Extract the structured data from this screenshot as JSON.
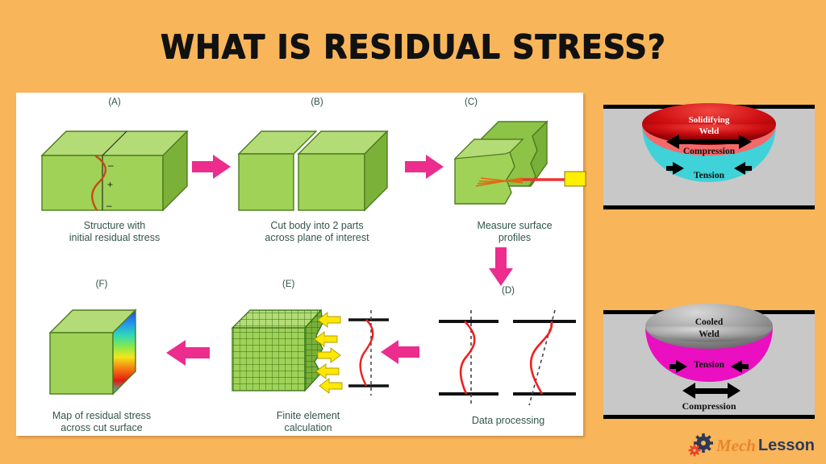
{
  "page": {
    "title": "WHAT IS RESIDUAL STRESS?",
    "background_color": "#f8b55a",
    "panel_color": "#ffffff",
    "accent_arrow_color": "#ec2d8e",
    "caption_color": "#31554c"
  },
  "process": {
    "steps": [
      {
        "key": "A",
        "label": "(A)",
        "caption_line1": "Structure with",
        "caption_line2": "initial residual stress",
        "annotations": [
          "–",
          "+",
          "–"
        ]
      },
      {
        "key": "B",
        "label": "(B)",
        "caption_line1": "Cut body into 2 parts",
        "caption_line2": "across plane of interest",
        "annotations": []
      },
      {
        "key": "C",
        "label": "(C)",
        "caption_line1": "Measure surface",
        "caption_line2": "profiles",
        "annotations": []
      },
      {
        "key": "D",
        "label": "(D)",
        "caption_line1": "Data processing",
        "caption_line2": "",
        "annotations": []
      },
      {
        "key": "E",
        "label": "(E)",
        "caption_line1": "Finite element",
        "caption_line2": "calculation",
        "annotations": []
      },
      {
        "key": "F",
        "label": "(F)",
        "caption_line1": "Map of residual stress",
        "caption_line2": "across cut surface",
        "annotations": []
      }
    ],
    "flow_arrows": [
      {
        "name": "arrow-a-to-b",
        "direction": "right"
      },
      {
        "name": "arrow-b-to-c",
        "direction": "right"
      },
      {
        "name": "arrow-c-to-d",
        "direction": "down"
      },
      {
        "name": "arrow-d-to-e",
        "direction": "left"
      },
      {
        "name": "arrow-e-to-f",
        "direction": "left"
      }
    ]
  },
  "weld_panels": [
    {
      "key": "solidifying",
      "weld_title_line1": "Solidifying",
      "weld_title_line2": "Weld",
      "weld_title_color": "#ffffff",
      "upper_zone_label": "Compression",
      "lower_zone_label": "Tension",
      "weld_color": "#d41116",
      "upper_zone_color": "#f4696a",
      "lower_zone_color": "#3fd2d8",
      "plate_color": "#c8c8c8"
    },
    {
      "key": "cooled",
      "weld_title_line1": "Cooled",
      "weld_title_line2": "Weld",
      "weld_title_color": "#111111",
      "upper_zone_label": "Tension",
      "lower_zone_label": "Compression",
      "weld_color": "#9d9d9d",
      "upper_zone_color": "#ea0fc0",
      "lower_zone_color": "#c8c8c8",
      "plate_color": "#c8c8c8"
    }
  ],
  "logo": {
    "part1": "Mech",
    "part2": "Lesson",
    "part1_color": "#e8872a",
    "part2_color": "#2d3a57"
  }
}
